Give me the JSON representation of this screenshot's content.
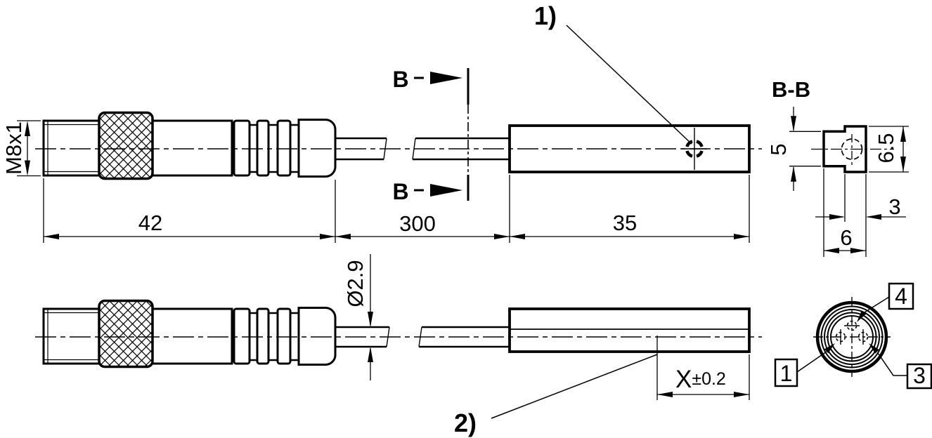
{
  "drawing": {
    "kind": "technical dimensional drawing",
    "views": [
      "side view with M8 connector",
      "second side view",
      "section B-B",
      "connector face view"
    ],
    "colors": {
      "line": "#000000",
      "background": "#ffffff"
    }
  },
  "labels": {
    "thread_size": "M8x1",
    "dim_connector_length": "42",
    "dim_cable_length": "300",
    "dim_head_length": "35",
    "section_arrow_top": "B",
    "section_arrow_bottom": "B",
    "callout_1": "1)",
    "callout_2": "2)",
    "section_title": "B-B",
    "dim_section_height_left": "5",
    "dim_section_height_right": "6.5",
    "dim_section_step_width": "3",
    "dim_section_width": "6",
    "dim_cable_diameter": "Ø2.9",
    "dim_sensing_x": "X",
    "dim_sensing_x_tolerance": "±0.2",
    "pin1": "1",
    "pin3": "3",
    "pin4": "4"
  }
}
